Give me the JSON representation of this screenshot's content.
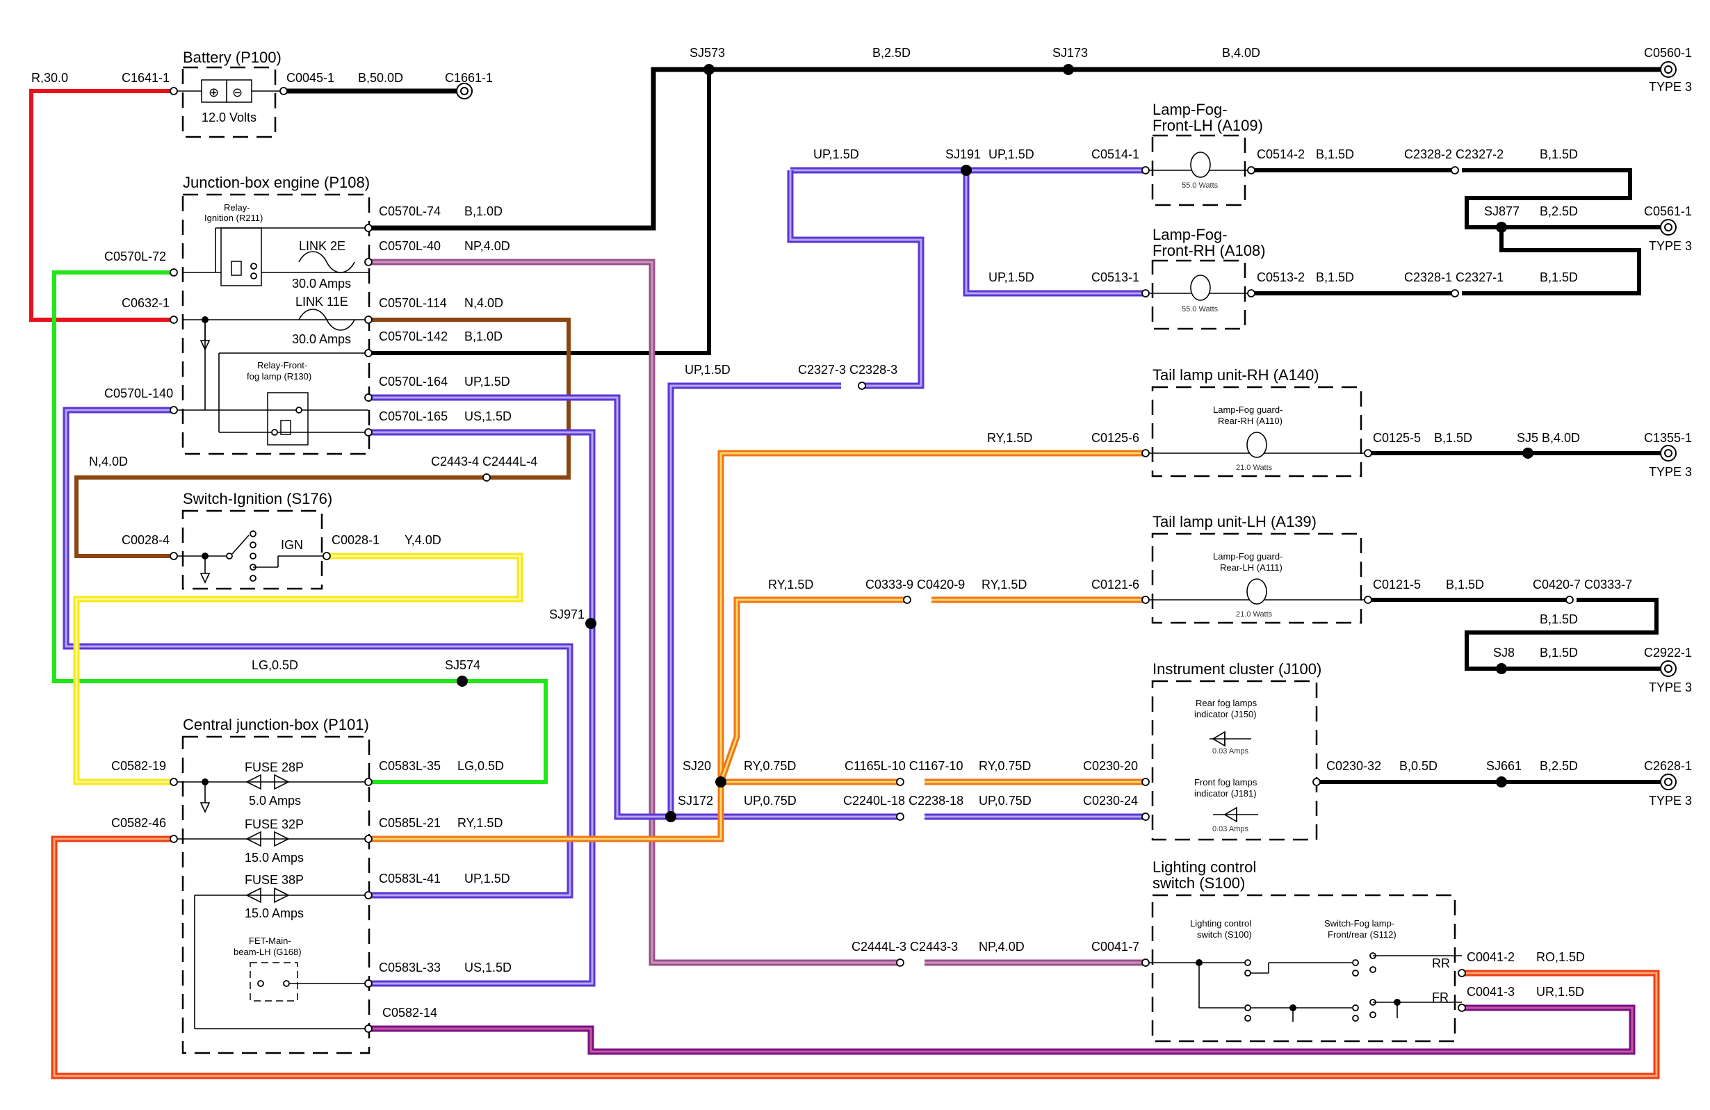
{
  "colors": {
    "black": "#000000",
    "red": "#e8101a",
    "green": "#22e61a",
    "brown": "#8b4510",
    "yellow": "#f5ea14",
    "violet": "#5a35d6",
    "pink_purple": "#9a4f8c",
    "orange": "#f07418",
    "orange_red": "#ef3d12",
    "deep_purple": "#7a0f86"
  },
  "components": {
    "battery": {
      "title": "Battery (P100)",
      "volts": "12.0 Volts"
    },
    "jb_engine": {
      "title": "Junction-box engine (P108)",
      "relay_ign": "Relay-\nIgnition (R211)",
      "link2e": "LINK 2E",
      "link2e_amps": "30.0 Amps",
      "link11e": "LINK 11E",
      "link11e_amps": "30.0 Amps",
      "relay_fog": "Relay-Front-\nfog lamp (R130)"
    },
    "switch_ign": {
      "title": "Switch-Ignition (S176)",
      "ign": "IGN"
    },
    "cjb": {
      "title": "Central junction-box (P101)",
      "fuse28": "FUSE 28P",
      "fuse28_amps": "5.0 Amps",
      "fuse32": "FUSE 32P",
      "fuse32_amps": "15.0 Amps",
      "fuse38": "FUSE 38P",
      "fuse38_amps": "15.0 Amps",
      "fet": "FET-Main-\nbeam-LH (G168)"
    },
    "fog_lh": {
      "title": "Lamp-Fog-\nFront-LH (A109)",
      "watts": "55.0 Watts"
    },
    "fog_rh": {
      "title": "Lamp-Fog-\nFront-RH (A108)",
      "watts": "55.0 Watts"
    },
    "tail_rh": {
      "title": "Tail lamp unit-RH (A140)",
      "inner": "Lamp-Fog guard-\nRear-RH (A110)",
      "watts": "21.0 Watts"
    },
    "tail_lh": {
      "title": "Tail lamp unit-LH (A139)",
      "inner": "Lamp-Fog guard-\nRear-LH (A111)",
      "watts": "21.0 Watts"
    },
    "cluster": {
      "title": "Instrument cluster (J100)",
      "rear": "Rear fog lamps\nindicator (J150)",
      "rear_amps": "0.03 Amps",
      "front": "Front fog lamps\nindicator (J181)",
      "front_amps": "0.03 Amps"
    },
    "lcs": {
      "title": "Lighting control\nswitch (S100)",
      "inner1": "Lighting control\nswitch (S100)",
      "inner2": "Switch-Fog lamp-\nFront/rear (S112)",
      "rr": "RR",
      "fr": "FR"
    }
  },
  "labels": [
    {
      "id": "r30",
      "t": "R,30.0"
    },
    {
      "id": "c1641",
      "t": "C1641-1"
    },
    {
      "id": "c0045",
      "t": "C0045-1"
    },
    {
      "id": "b50",
      "t": "B,50.0D"
    },
    {
      "id": "c1661",
      "t": "C1661-1"
    },
    {
      "id": "sj573",
      "t": "SJ573"
    },
    {
      "id": "b25a",
      "t": "B,2.5D"
    },
    {
      "id": "sj173",
      "t": "SJ173"
    },
    {
      "id": "b40a",
      "t": "B,4.0D"
    },
    {
      "id": "c0560",
      "t": "C0560-1"
    },
    {
      "id": "type3a",
      "t": "TYPE 3"
    },
    {
      "id": "up15a",
      "t": "UP,1.5D"
    },
    {
      "id": "sj191",
      "t": "SJ191"
    },
    {
      "id": "up15b",
      "t": "UP,1.5D"
    },
    {
      "id": "c0514_1",
      "t": "C0514-1"
    },
    {
      "id": "c0514_2",
      "t": "C0514-2"
    },
    {
      "id": "b15a",
      "t": "B,1.5D"
    },
    {
      "id": "c2328_2",
      "t": "C2328-2 C2327-2"
    },
    {
      "id": "b15b",
      "t": "B,1.5D"
    },
    {
      "id": "sj877",
      "t": "SJ877"
    },
    {
      "id": "b25b",
      "t": "B,2.5D"
    },
    {
      "id": "c0561",
      "t": "C0561-1"
    },
    {
      "id": "type3b",
      "t": "TYPE 3"
    },
    {
      "id": "up15c",
      "t": "UP,1.5D"
    },
    {
      "id": "c0513_1",
      "t": "C0513-1"
    },
    {
      "id": "c0513_2",
      "t": "C0513-2"
    },
    {
      "id": "b15c",
      "t": "B,1.5D"
    },
    {
      "id": "c2328_1",
      "t": "C2328-1 C2327-1"
    },
    {
      "id": "b15d",
      "t": "B,1.5D"
    },
    {
      "id": "c0570_74",
      "t": "C0570L-74"
    },
    {
      "id": "b10a",
      "t": "B,1.0D"
    },
    {
      "id": "c0570_40",
      "t": "C0570L-40"
    },
    {
      "id": "np40a",
      "t": "NP,4.0D"
    },
    {
      "id": "c0570_72",
      "t": "C0570L-72"
    },
    {
      "id": "c0632",
      "t": "C0632-1"
    },
    {
      "id": "c0570_114",
      "t": "C0570L-114"
    },
    {
      "id": "n40a",
      "t": "N,4.0D"
    },
    {
      "id": "c0570_142",
      "t": "C0570L-142"
    },
    {
      "id": "b10b",
      "t": "B,1.0D"
    },
    {
      "id": "c0570_140",
      "t": "C0570L-140"
    },
    {
      "id": "c0570_164",
      "t": "C0570L-164"
    },
    {
      "id": "up15d",
      "t": "UP,1.5D"
    },
    {
      "id": "c0570_165",
      "t": "C0570L-165"
    },
    {
      "id": "us15a",
      "t": "US,1.5D"
    },
    {
      "id": "up15e",
      "t": "UP,1.5D"
    },
    {
      "id": "c2327_3",
      "t": "C2327-3 C2328-3"
    },
    {
      "id": "ry15a",
      "t": "RY,1.5D"
    },
    {
      "id": "c0125_6",
      "t": "C0125-6"
    },
    {
      "id": "c0125_5",
      "t": "C0125-5"
    },
    {
      "id": "b15e",
      "t": "B,1.5D"
    },
    {
      "id": "sj5",
      "t": "SJ5"
    },
    {
      "id": "b40b",
      "t": "B,4.0D"
    },
    {
      "id": "c1355",
      "t": "C1355-1"
    },
    {
      "id": "type3c",
      "t": "TYPE 3"
    },
    {
      "id": "n40b",
      "t": "N,4.0D"
    },
    {
      "id": "c2443_4",
      "t": "C2443-4 C2444L-4"
    },
    {
      "id": "c0028_4",
      "t": "C0028-4"
    },
    {
      "id": "c0028_1",
      "t": "C0028-1"
    },
    {
      "id": "y40",
      "t": "Y,4.0D"
    },
    {
      "id": "ry15b",
      "t": "RY,1.5D"
    },
    {
      "id": "c0333_9",
      "t": "C0333-9 C0420-9"
    },
    {
      "id": "ry15c",
      "t": "RY,1.5D"
    },
    {
      "id": "c0121_6",
      "t": "C0121-6"
    },
    {
      "id": "c0121_5",
      "t": "C0121-5"
    },
    {
      "id": "b15f",
      "t": "B,1.5D"
    },
    {
      "id": "c0420_7",
      "t": "C0420-7 C0333-7"
    },
    {
      "id": "b15g",
      "t": "B,1.5D"
    },
    {
      "id": "sj8",
      "t": "SJ8"
    },
    {
      "id": "b15h",
      "t": "B,1.5D"
    },
    {
      "id": "c2922",
      "t": "C2922-1"
    },
    {
      "id": "type3d",
      "t": "TYPE 3"
    },
    {
      "id": "sj971",
      "t": "SJ971"
    },
    {
      "id": "lg05a",
      "t": "LG,0.5D"
    },
    {
      "id": "sj574",
      "t": "SJ574"
    },
    {
      "id": "c0582_19",
      "t": "C0582-19"
    },
    {
      "id": "c0583_35",
      "t": "C0583L-35"
    },
    {
      "id": "lg05b",
      "t": "LG,0.5D"
    },
    {
      "id": "sj20",
      "t": "SJ20"
    },
    {
      "id": "ry075a",
      "t": "RY,0.75D"
    },
    {
      "id": "c1165",
      "t": "C1165L-10 C1167-10"
    },
    {
      "id": "ry075b",
      "t": "RY,0.75D"
    },
    {
      "id": "c0230_20",
      "t": "C0230-20"
    },
    {
      "id": "c0230_32",
      "t": "C0230-32"
    },
    {
      "id": "b05",
      "t": "B,0.5D"
    },
    {
      "id": "sj661",
      "t": "SJ661"
    },
    {
      "id": "b25c",
      "t": "B,2.5D"
    },
    {
      "id": "c2628",
      "t": "C2628-1"
    },
    {
      "id": "type3e",
      "t": "TYPE 3"
    },
    {
      "id": "sj172",
      "t": "SJ172"
    },
    {
      "id": "up075a",
      "t": "UP,0.75D"
    },
    {
      "id": "c2240",
      "t": "C2240L-18 C2238-18"
    },
    {
      "id": "up075b",
      "t": "UP,0.75D"
    },
    {
      "id": "c0230_24",
      "t": "C0230-24"
    },
    {
      "id": "c0582_46",
      "t": "C0582-46"
    },
    {
      "id": "c0585_21",
      "t": "C0585L-21"
    },
    {
      "id": "ry15d",
      "t": "RY,1.5D"
    },
    {
      "id": "c0583_41",
      "t": "C0583L-41"
    },
    {
      "id": "up15f",
      "t": "UP,1.5D"
    },
    {
      "id": "c2444_3",
      "t": "C2444L-3 C2443-3"
    },
    {
      "id": "np40b",
      "t": "NP,4.0D"
    },
    {
      "id": "c0041_7",
      "t": "C0041-7"
    },
    {
      "id": "c0041_2",
      "t": "C0041-2"
    },
    {
      "id": "ro15",
      "t": "RO,1.5D"
    },
    {
      "id": "c0041_3",
      "t": "C0041-3"
    },
    {
      "id": "ur15",
      "t": "UR,1.5D"
    },
    {
      "id": "c0583_33",
      "t": "C0583L-33"
    },
    {
      "id": "us15b",
      "t": "US,1.5D"
    },
    {
      "id": "c0582_14",
      "t": "C0582-14"
    }
  ]
}
